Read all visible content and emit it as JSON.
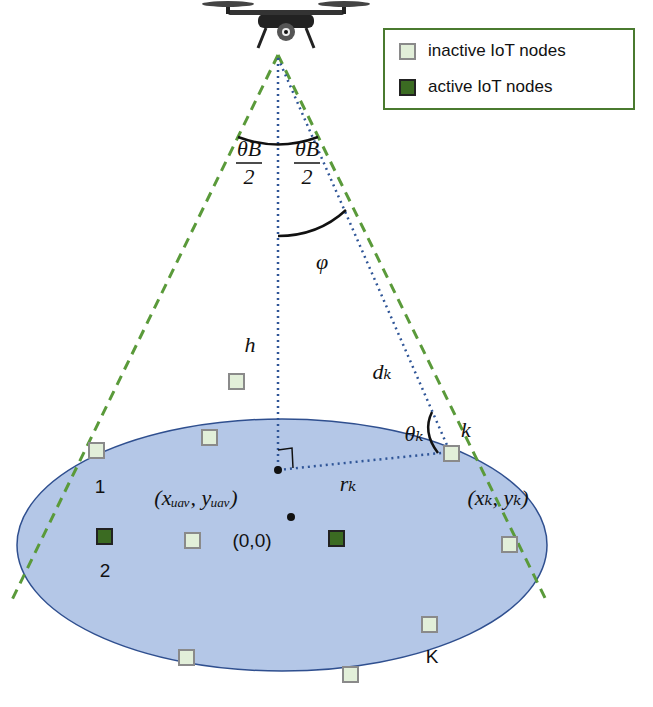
{
  "diagram": {
    "labels": [
      "θB",
      "2",
      "θB",
      "2",
      "φ",
      "h",
      "dₖ",
      "θₖ",
      "k",
      "(xᵤₐᵥ, yᵤₐᵥ)",
      "rₖ",
      "(xₖ, yₖ)",
      "1",
      "2",
      "(0,0)",
      "K"
    ],
    "legend": [
      {
        "text": "inactive IoT nodes",
        "color": "#e2efd9"
      },
      {
        "text": "active IoT nodes",
        "color": "#3b6b22"
      }
    ]
  }
}
